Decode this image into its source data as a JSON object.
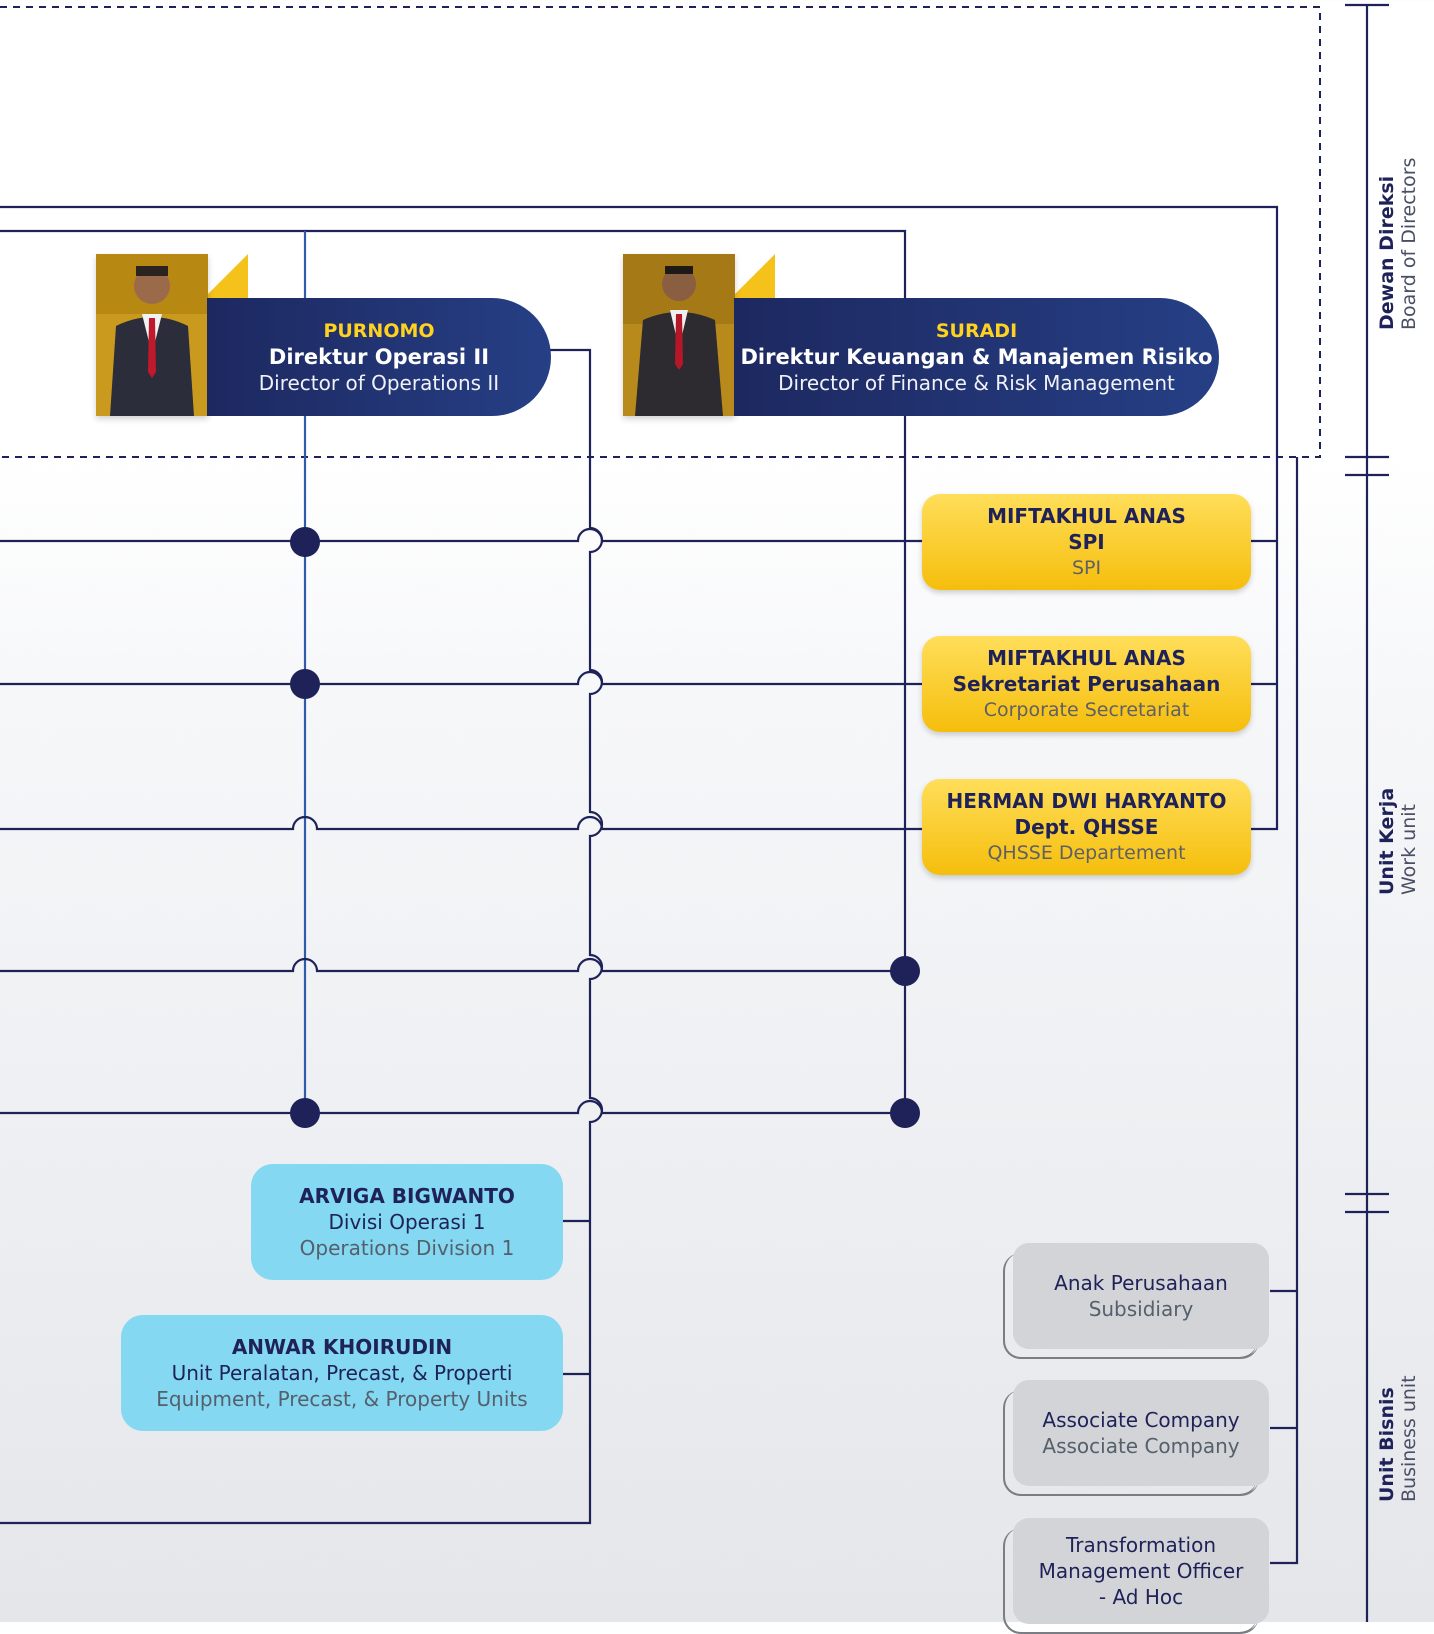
{
  "directors": [
    {
      "name": "PURNOMO",
      "title_id": "Direktur Operasi II",
      "title_en": "Director of Operations II"
    },
    {
      "name": "SURADI",
      "title_id": "Direktur Keuangan & Manajemen Risiko",
      "title_en": "Director of Finance & Risk Management"
    }
  ],
  "work_units": [
    {
      "name": "MIFTAKHUL ANAS",
      "title_id": "SPI",
      "title_en": "SPI"
    },
    {
      "name": "MIFTAKHUL ANAS",
      "title_id": "Sekretariat Perusahaan",
      "title_en": "Corporate Secretariat"
    },
    {
      "name": "HERMAN DWI HARYANTO",
      "title_id": "Dept. QHSSE",
      "title_en": "QHSSE Departement"
    }
  ],
  "divisions": [
    {
      "name": "ARVIGA BIGWANTO",
      "title_id": "Divisi Operasi 1",
      "title_en": "Operations Division 1"
    },
    {
      "name": "ANWAR KHOIRUDIN",
      "title_id": "Unit Peralatan, Precast, & Properti",
      "title_en": "Equipment, Precast, & Property Units"
    }
  ],
  "business_units": [
    {
      "line1": "Anak Perusahaan",
      "line2": "Subsidiary"
    },
    {
      "line1": "Associate Company",
      "line2": "Associate Company"
    },
    {
      "line1": "Transformation",
      "line2": "Management Officer",
      "line3": "- Ad Hoc"
    }
  ],
  "side_labels": {
    "board": {
      "id": "Dewan Direksi",
      "en": "Board of Directors"
    },
    "work": {
      "id": "Unit Kerja",
      "en": "Work unit"
    },
    "business": {
      "id": "Unit Bisnis",
      "en": "Business unit"
    }
  }
}
